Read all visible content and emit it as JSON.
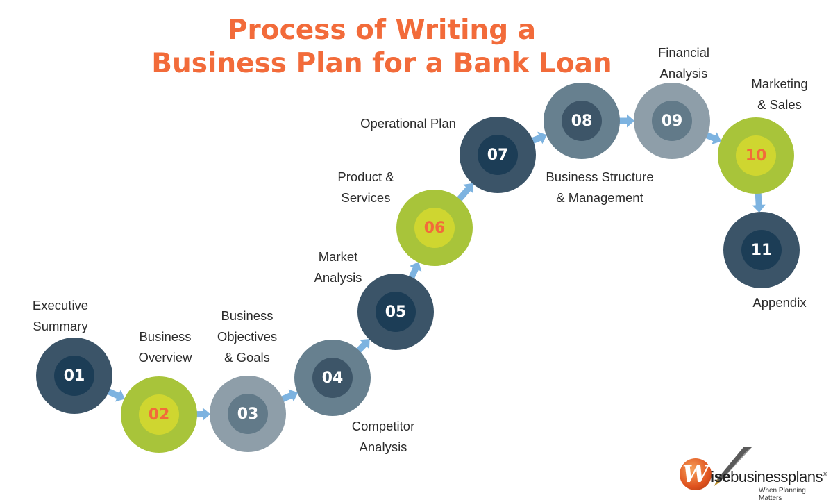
{
  "title": {
    "line1": "Process of Writing a",
    "line2": "Business Plan for a Bank Loan"
  },
  "colors": {
    "title": "#f26b3a",
    "arrow": "#7db3e0",
    "dark_outer": "#3b5468",
    "dark_inner": "#1c3d56",
    "mid_outer": "#67808f",
    "mid_inner": "#3d5568",
    "light_outer": "#8e9ea9",
    "light_inner": "#627a89",
    "green_outer": "#a8c43a",
    "green_inner": "#cfd630",
    "accent_number": "#f26b3a"
  },
  "steps": [
    {
      "number": "01",
      "label": [
        "Executive",
        "Summary"
      ],
      "style": "dark"
    },
    {
      "number": "02",
      "label": [
        "Business",
        "Overview"
      ],
      "style": "green"
    },
    {
      "number": "03",
      "label": [
        "Business",
        "Objectives",
        "& Goals"
      ],
      "style": "light"
    },
    {
      "number": "04",
      "label": [
        "Competitor",
        "Analysis"
      ],
      "style": "mid"
    },
    {
      "number": "05",
      "label": [
        "Market",
        "Analysis"
      ],
      "style": "dark"
    },
    {
      "number": "06",
      "label": [
        "Product &",
        "Services"
      ],
      "style": "green"
    },
    {
      "number": "07",
      "label": [
        "Operational Plan"
      ],
      "style": "dark"
    },
    {
      "number": "08",
      "label": [
        "Business Structure",
        "& Management"
      ],
      "style": "mid"
    },
    {
      "number": "09",
      "label": [
        "Financial",
        "Analysis"
      ],
      "style": "light"
    },
    {
      "number": "10",
      "label": [
        "Marketing",
        "& Sales"
      ],
      "style": "green"
    },
    {
      "number": "11",
      "label": [
        "Appendix"
      ],
      "style": "dark"
    }
  ],
  "logo": {
    "letter": "W",
    "name_bold": "ise",
    "name_rest": "businessplans",
    "registered": "®",
    "tagline": "When Planning Matters"
  }
}
